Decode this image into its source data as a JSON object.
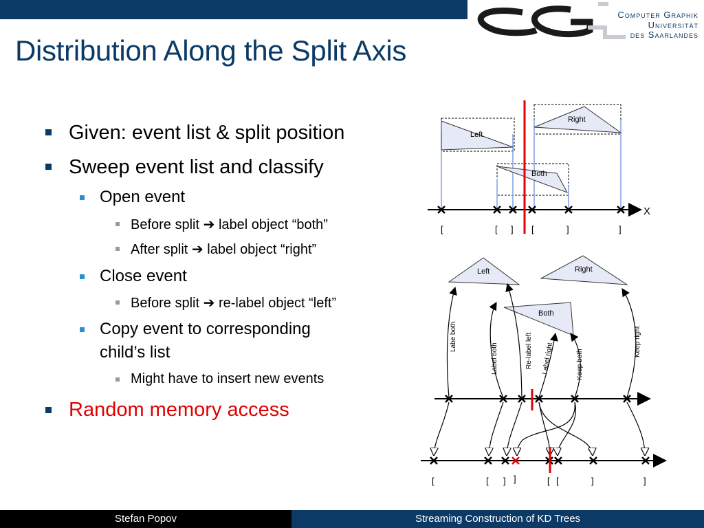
{
  "header": {
    "logo_line1": "Computer Graphik",
    "logo_line2": "Universität",
    "logo_line3": "des Saarlandes"
  },
  "slide": {
    "title": "Distribution Along the Split Axis",
    "bullets": {
      "b1": "Given: event list & split position",
      "b2": "Sweep event list and classify",
      "open_event": "Open event",
      "before_split_prefix": "Before split",
      "before_split_open_text": "label object “both”",
      "after_split_prefix": "After split",
      "after_split_open_text": "label object “right”",
      "close_event": "Close event",
      "before_split_close_text": "re-label object “left”",
      "copy_line1": "Copy event to corresponding",
      "copy_line2": "child’s list",
      "might_have": "Might have to insert new events",
      "random": "Random memory access"
    },
    "arrow_glyph": "➔"
  },
  "diagram_top": {
    "left_label": "Left",
    "right_label": "Right",
    "both_label": "Both",
    "axis_label": "X",
    "brackets": [
      "[",
      "[",
      "]",
      "[",
      "]",
      "]"
    ]
  },
  "diagram_bottom": {
    "left_label": "Left",
    "right_label": "Right",
    "both_label": "Both",
    "edge_labels": [
      "Labe both",
      "Label both",
      "Re-label left",
      "Label right",
      "Keep both",
      "Keep right"
    ],
    "brackets": [
      "[",
      "[",
      "]",
      "]",
      "[",
      "[",
      "]",
      "]"
    ]
  },
  "footer": {
    "author": "Stefan Popov",
    "talk_title": "Streaming Construction of KD Trees"
  }
}
